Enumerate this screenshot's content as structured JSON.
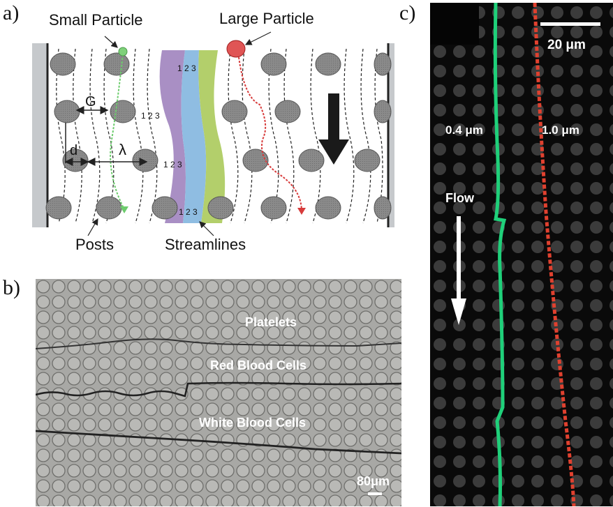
{
  "panel_a": {
    "label": "a)",
    "small_particle": "Small Particle",
    "large_particle": "Large Particle",
    "gap_label": "G",
    "diameter_label": "d",
    "period_label": "λ",
    "ratio_label": "1 2 3",
    "posts_label": "Posts",
    "streamlines_label": "Streamlines",
    "colors": {
      "purple": "#a98fc4",
      "blue": "#8fbde2",
      "green": "#b3cf6b",
      "post": "#8c8c8c",
      "small": "#7fd17a",
      "large": "#e05555"
    }
  },
  "panel_b": {
    "label": "b)",
    "platelets": "Platelets",
    "rbc": "Red Blood Cells",
    "wbc": "White Blood Cells",
    "scale": "80μm"
  },
  "panel_c": {
    "label": "c)",
    "scale": "20 μm",
    "small_size": "0.4 μm",
    "large_size": "1.0 μm",
    "flow": "Flow",
    "colors": {
      "green": "#1fd07a",
      "red": "#e0412f"
    }
  }
}
